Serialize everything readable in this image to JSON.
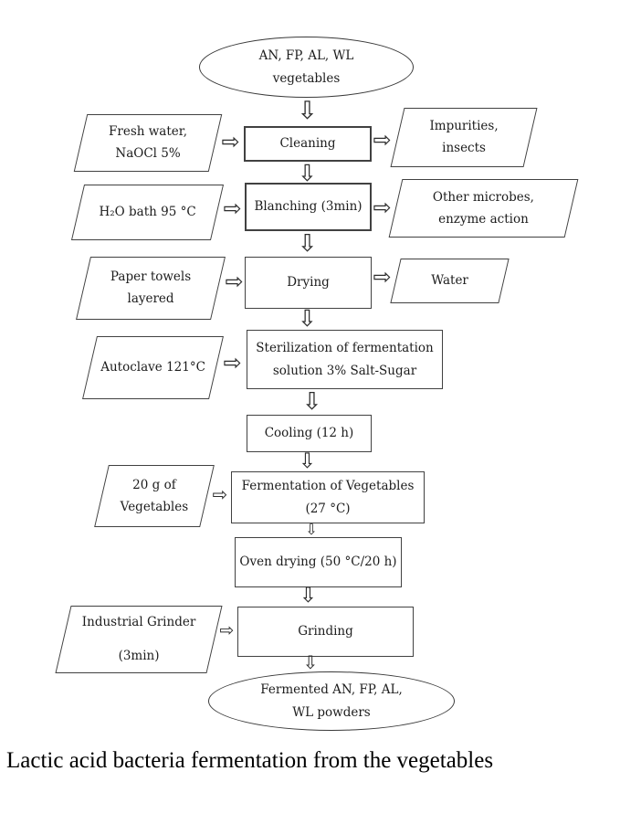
{
  "figure": {
    "caption": "Lactic acid bacteria fermentation from the vegetables",
    "nodes": {
      "start": {
        "lines": [
          "AN, FP, AL, WL",
          "vegetables"
        ]
      },
      "fresh_water": {
        "lines": [
          "Fresh water,",
          "NaOCl 5%"
        ]
      },
      "cleaning": {
        "lines": [
          "Cleaning"
        ]
      },
      "impurities": {
        "lines": [
          "Impurities,",
          "insects"
        ]
      },
      "h2o_bath": {
        "lines": [
          "H₂O bath 95 °C"
        ]
      },
      "blanching": {
        "lines": [
          "Blanching (3min)"
        ]
      },
      "other_microbes": {
        "lines": [
          "Other microbes,",
          "enzyme action"
        ]
      },
      "paper_towels": {
        "lines": [
          "Paper towels",
          "layered"
        ]
      },
      "drying": {
        "lines": [
          "Drying"
        ]
      },
      "water": {
        "lines": [
          "Water"
        ]
      },
      "autoclave": {
        "lines": [
          "Autoclave 121°C"
        ]
      },
      "sterilization": {
        "lines": [
          "Sterilization of fermentation",
          "solution 3% Salt-Sugar"
        ]
      },
      "cooling": {
        "lines": [
          "Cooling (12 h)"
        ]
      },
      "veg_20g": {
        "lines": [
          "20 g of",
          "Vegetables"
        ]
      },
      "fermentation": {
        "lines": [
          "Fermentation of Vegetables",
          "(27 °C)"
        ]
      },
      "oven_drying": {
        "lines": [
          "Oven drying (50 °C/20 h)"
        ]
      },
      "grinder": {
        "lines": [
          "Industrial Grinder",
          "(3min)"
        ]
      },
      "grinding": {
        "lines": [
          "Grinding"
        ]
      },
      "end": {
        "lines": [
          "Fermented AN, FP, AL,",
          "WL powders"
        ]
      }
    }
  },
  "icons": {
    "arrow_down": "⇩",
    "arrow_right": "⇨"
  },
  "colors": {
    "line": "#3a3a3a",
    "text": "#1c1c1c",
    "background": "#ffffff"
  }
}
